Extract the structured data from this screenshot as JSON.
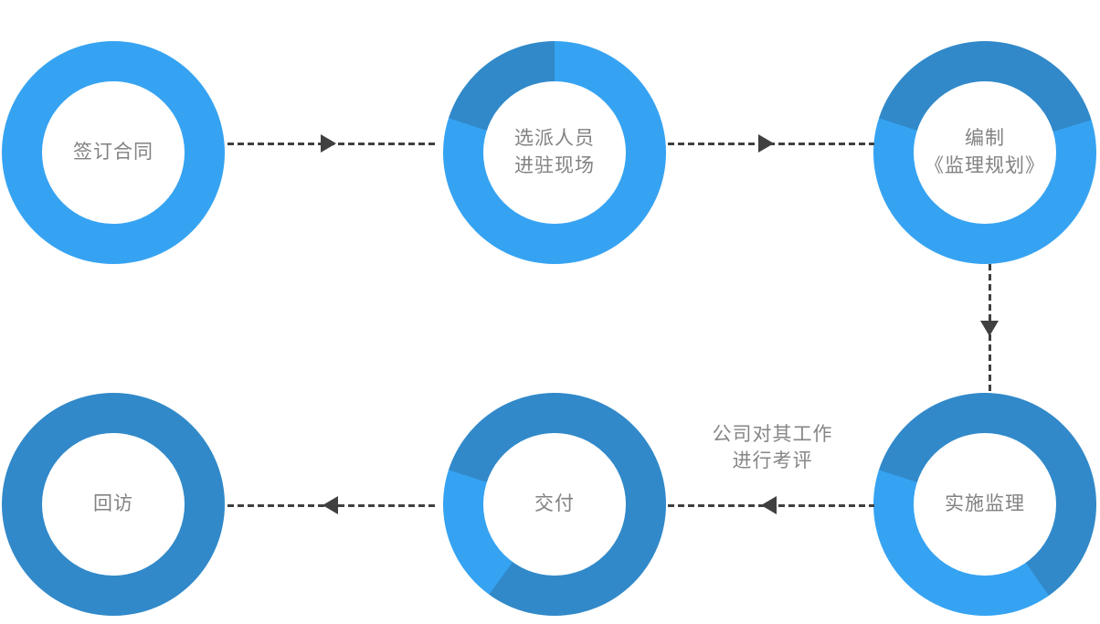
{
  "colors": {
    "light": "#36a3f2",
    "dark": "#3189c9",
    "connector": "#404040",
    "label": "#828282",
    "background": "#ffffff"
  },
  "nodes": [
    {
      "id": "sign-contract",
      "label": "签订合同",
      "segments": [
        {
          "color": "light",
          "from": 0,
          "to": 360
        }
      ]
    },
    {
      "id": "dispatch-personnel-to-site",
      "label": "选派人员\n进驻现场",
      "segments": [
        {
          "color": "light",
          "from": 0,
          "to": 288
        },
        {
          "color": "dark",
          "from": 288,
          "to": 360
        }
      ]
    },
    {
      "id": "prepare-supervision-plan",
      "label": "编制\n《监理规划》",
      "segments": [
        {
          "color": "dark",
          "from": 0,
          "to": 73
        },
        {
          "color": "light",
          "from": 73,
          "to": 288
        },
        {
          "color": "dark",
          "from": 288,
          "to": 360
        }
      ]
    },
    {
      "id": "implement-supervision",
      "label": "实施监理",
      "segments": [
        {
          "color": "dark",
          "from": 0,
          "to": 145
        },
        {
          "color": "light",
          "from": 145,
          "to": 288
        },
        {
          "color": "dark",
          "from": 288,
          "to": 360
        }
      ]
    },
    {
      "id": "delivery",
      "label": "交付",
      "segments": [
        {
          "color": "dark",
          "from": 0,
          "to": 216
        },
        {
          "color": "light",
          "from": 216,
          "to": 288
        },
        {
          "color": "dark",
          "from": 288,
          "to": 360
        }
      ]
    },
    {
      "id": "follow-up-visit",
      "label": "回访",
      "segments": [
        {
          "color": "dark",
          "from": 0,
          "to": 360
        }
      ]
    }
  ],
  "connectors": [
    {
      "from": "sign-contract",
      "to": "dispatch-personnel-to-site",
      "direction": "right"
    },
    {
      "from": "dispatch-personnel-to-site",
      "to": "prepare-supervision-plan",
      "direction": "right"
    },
    {
      "from": "prepare-supervision-plan",
      "to": "implement-supervision",
      "direction": "down"
    },
    {
      "from": "implement-supervision",
      "to": "delivery",
      "direction": "left"
    },
    {
      "from": "delivery",
      "to": "follow-up-visit",
      "direction": "left"
    }
  ],
  "caption": {
    "text": "公司对其工作\n进行考评"
  }
}
